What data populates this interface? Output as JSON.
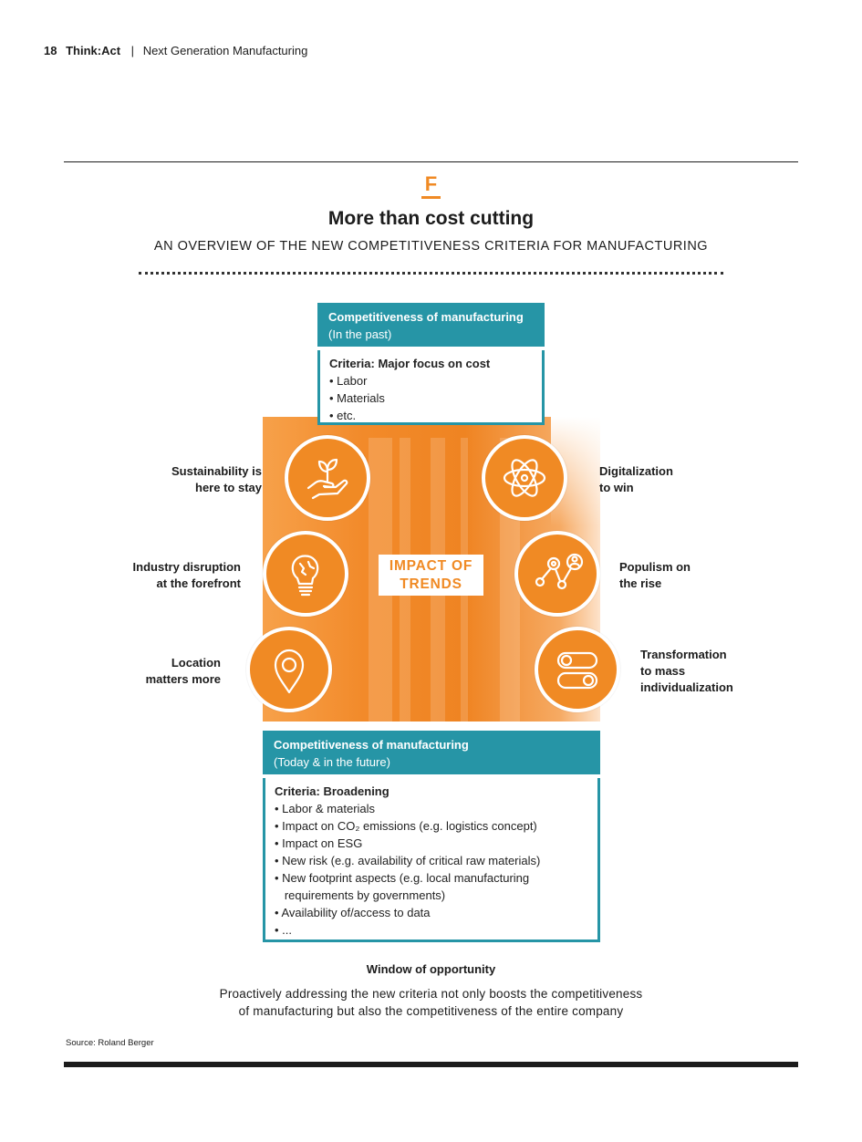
{
  "header": {
    "page_number": "18",
    "brand": "Think:Act",
    "separator": "|",
    "publication": "Next Generation Manufacturing"
  },
  "figure": {
    "letter": "F",
    "title": "More than cost cutting",
    "subtitle": "AN OVERVIEW OF THE NEW COMPETITIVENESS CRITERIA FOR MANUFACTURING"
  },
  "past_box": {
    "heading": "Competitiveness of manufacturing",
    "subheading": "(In the past)",
    "criteria_title": "Criteria: Major focus on cost",
    "items": [
      "• Labor",
      "• Materials",
      "• etc."
    ]
  },
  "center_label": {
    "line1": "IMPACT OF",
    "line2": "TRENDS"
  },
  "trends": {
    "sustainability": {
      "line1": "Sustainability is",
      "line2": "here to stay",
      "icon": "plant-in-hand-icon"
    },
    "industry": {
      "line1": "Industry disruption",
      "line2": "at the forefront",
      "icon": "lightbulb-icon"
    },
    "location": {
      "line1": "Location",
      "line2": "matters more",
      "icon": "map-pin-icon"
    },
    "digitalization": {
      "line1": "Digitalization",
      "line2": "to win",
      "icon": "atom-icon"
    },
    "populism": {
      "line1": "Populism on",
      "line2": "the rise",
      "icon": "network-people-icon"
    },
    "transformation": {
      "line1": "Transformation",
      "line2": "to mass",
      "line3": "individualization",
      "icon": "toggle-switches-icon"
    }
  },
  "future_box": {
    "heading": "Competitiveness of manufacturing",
    "subheading": "(Today & in the future)",
    "criteria_title": "Criteria: Broadening",
    "items": [
      "• Labor & materials",
      "• Impact on CO₂ emissions (e.g. logistics concept)",
      "• Impact on ESG",
      "• New risk (e.g. availability of critical raw materials)",
      "• New footprint aspects (e.g. local manufacturing",
      "   requirements by governments)",
      "• Availability of/access to data",
      "• ..."
    ]
  },
  "window": {
    "title": "Window of opportunity",
    "line1": "Proactively addressing the new criteria not only boosts the competitiveness",
    "line2": "of manufacturing but also the competitiveness of the entire company"
  },
  "source": "Source: Roland Berger",
  "colors": {
    "orange": "#f08a24",
    "teal": "#2695a6",
    "text": "#1c1c1c"
  }
}
